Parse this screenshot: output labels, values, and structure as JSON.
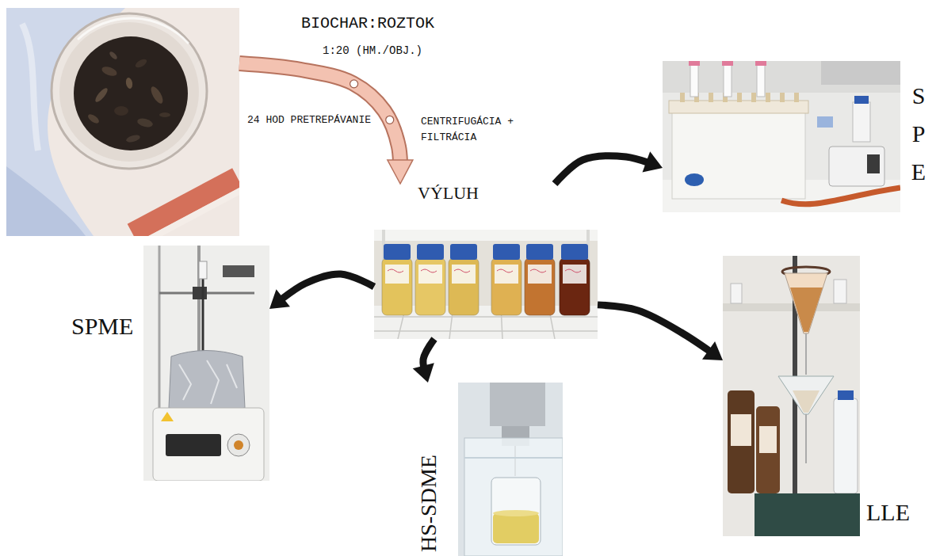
{
  "diagram": {
    "nodes": [
      {
        "text": []
      },
      {
        "text": [
          "VÝLUH"
        ]
      },
      {
        "text": [
          "SPE"
        ]
      },
      {
        "text": [
          "SPME"
        ]
      },
      {
        "text": [
          "HS-SDME"
        ]
      },
      {
        "text": [
          "LLE"
        ]
      }
    ],
    "edges": [
      {
        "from": 0,
        "to": 1,
        "arrow": "to"
      },
      {
        "from": 1,
        "to": 2,
        "arrow": "to"
      },
      {
        "from": 1,
        "to": 3,
        "arrow": "to"
      },
      {
        "from": 1,
        "to": 4,
        "arrow": "to"
      },
      {
        "from": 1,
        "to": 5,
        "arrow": "to"
      }
    ],
    "labels": [
      "BIOCHAR:ROZTOK",
      "1:20 (HM./OBJ.)",
      "24 HOD PRETREPÁVANIE",
      "CENTRIFUGÁCIA + FILTRÁCIA"
    ]
  }
}
